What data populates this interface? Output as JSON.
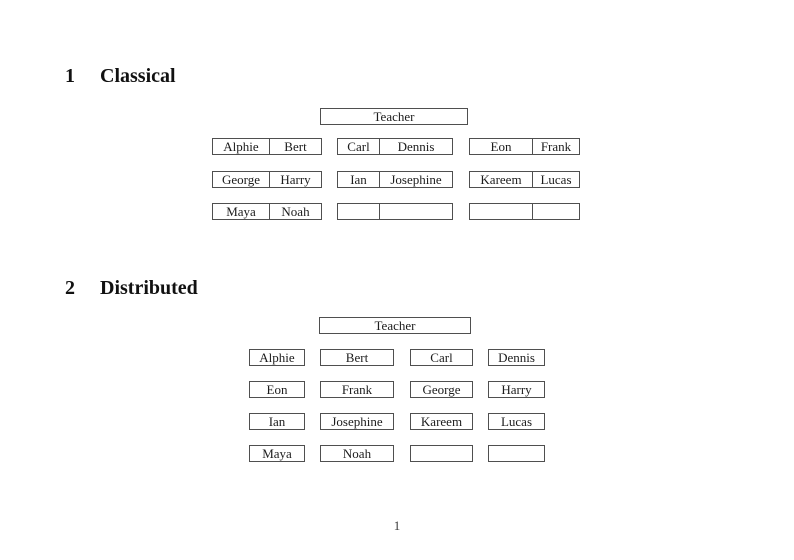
{
  "classical": {
    "number": "1",
    "title": "Classical",
    "teacher": "Teacher",
    "desks": [
      [
        "Alphie",
        "Bert"
      ],
      [
        "Carl",
        "Dennis"
      ],
      [
        "Eon",
        "Frank"
      ],
      [
        "George",
        "Harry"
      ],
      [
        "Ian",
        "Josephine"
      ],
      [
        "Kareem",
        "Lucas"
      ],
      [
        "Maya",
        "Noah"
      ],
      [
        "",
        ""
      ],
      [
        "",
        ""
      ]
    ]
  },
  "distributed": {
    "number": "2",
    "title": "Distributed",
    "teacher": "Teacher",
    "seats": [
      "Alphie",
      "Bert",
      "Carl",
      "Dennis",
      "Eon",
      "Frank",
      "George",
      "Harry",
      "Ian",
      "Josephine",
      "Kareem",
      "Lucas",
      "Maya",
      "Noah",
      "",
      ""
    ]
  },
  "footer": {
    "page_number": "1"
  }
}
